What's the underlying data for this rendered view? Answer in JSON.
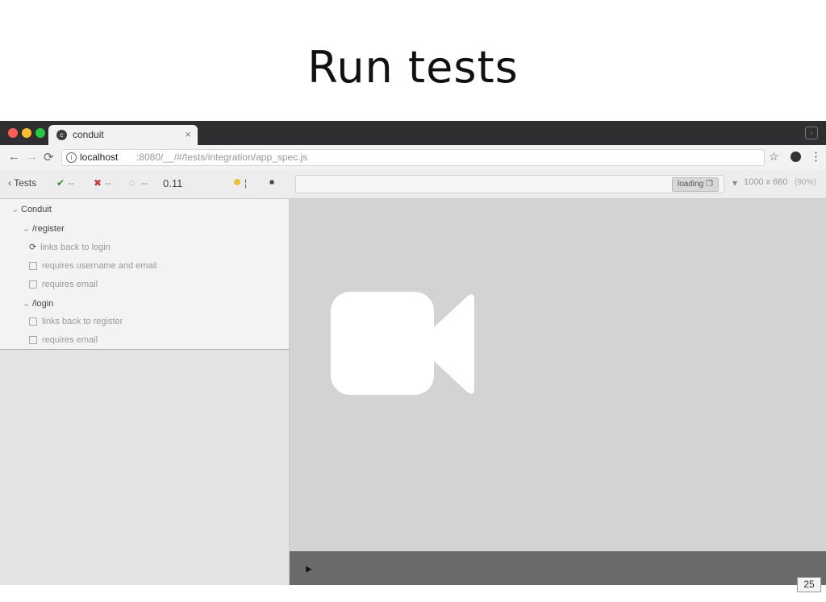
{
  "slide": {
    "title": "Run tests",
    "page_number": "25"
  },
  "browser": {
    "tab_label": "conduit",
    "tab_close": "×",
    "url_host": "localhost",
    "url_rest": ":8080/__/#/tests/integration/app_spec.js",
    "back": "←",
    "forward": "→",
    "reload": "⟳",
    "star": "☆",
    "menu": "⋮",
    "traffic_colors": [
      "#ff5f57",
      "#febc2e",
      "#28c840"
    ]
  },
  "runner": {
    "tests_label": "‹ Tests",
    "passed_icon": "✔",
    "passed": "--",
    "failed_icon": "✖",
    "failed": "--",
    "pending_icon": "◌",
    "pending": "--",
    "duration": "0.11",
    "stop_icon": "■",
    "loading": "loading",
    "viewport": "1000 x 660",
    "scale": "(90%)"
  },
  "tree": {
    "suite": "Conduit",
    "groups": [
      {
        "name": "/register",
        "tests": [
          "links back to login",
          "requires username and email",
          "requires email"
        ]
      },
      {
        "name": "/login",
        "tests": [
          "links back to register",
          "requires email"
        ]
      }
    ]
  },
  "colors": {
    "app_background": "#d3d3d3",
    "camera_icon": "#ffffff",
    "bottom_bar": "#6a6a6a"
  }
}
